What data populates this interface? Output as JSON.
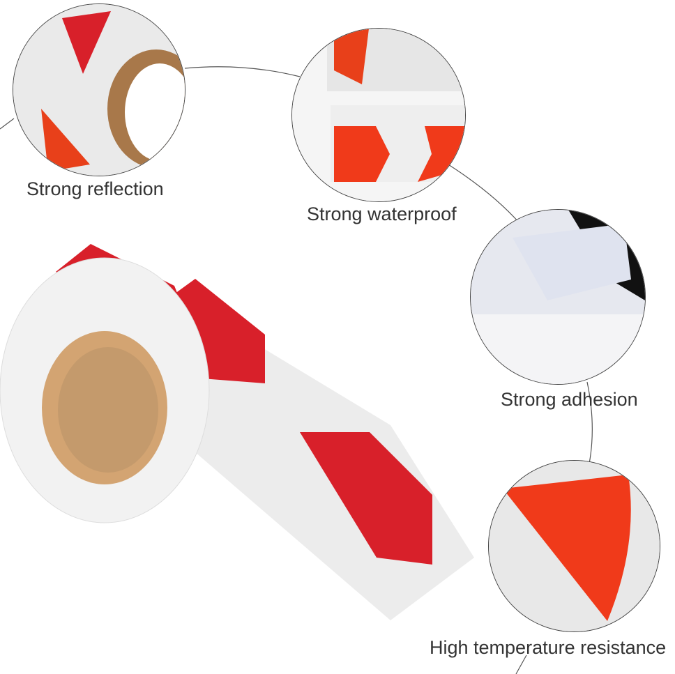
{
  "features": [
    {
      "label": "Strong reflection"
    },
    {
      "label": "Strong waterproof"
    },
    {
      "label": "Strong adhesion"
    },
    {
      "label": "High temperature resistance"
    }
  ],
  "colors": {
    "red": "#d8202a",
    "orange_red": "#f03a1a",
    "white_tape": "#ececec",
    "core": "#c49a6c"
  }
}
